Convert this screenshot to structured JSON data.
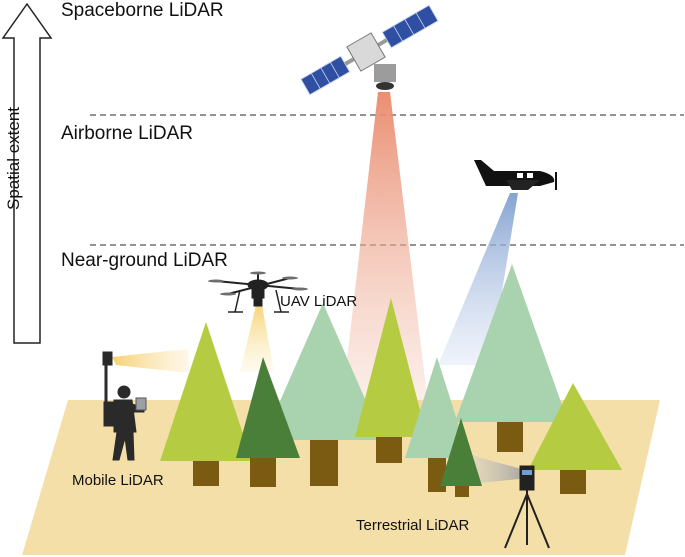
{
  "labels": {
    "spaceborne": "Spaceborne LiDAR",
    "airborne": "Airborne LiDAR",
    "near_ground": "Near-ground LiDAR",
    "uav": "UAV LiDAR",
    "mobile": "Mobile LiDAR",
    "terrestrial": "Terrestrial LiDAR",
    "axis": "Spatial extent"
  },
  "colors": {
    "ground": "#f5dfa9",
    "tree_lime": "#b5cc42",
    "tree_dark": "#4a7f3a",
    "tree_pale": "#a9d2ae",
    "trunk": "#7b5a12",
    "beam_satellite": "#e9886a",
    "beam_aircraft": "#7f9fcf",
    "beam_yellow": "#f5cf6a",
    "beam_grey": "#b4b4b4",
    "divider": "#555555"
  }
}
